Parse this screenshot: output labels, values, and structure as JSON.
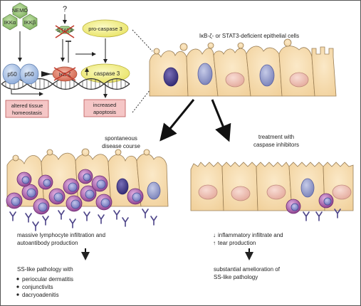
{
  "pathway": {
    "nemo": "NEMO",
    "ikka": "IKKα",
    "ikkb": "IKKβ",
    "question": "?",
    "stat3": "STAT3",
    "ikbz": "IκB-ζ",
    "p50_left": "p50",
    "p50_right": "p50",
    "pro_caspase": "pro-caspase 3",
    "caspase": "caspase 3",
    "box_homeostasis": [
      "altered tissue",
      "homeostasis"
    ],
    "box_apoptosis": [
      "increased",
      "apoptosis"
    ]
  },
  "header_label": "IκB-ζ- or STAT3-deficient epithelial cells",
  "left_branch": {
    "title": [
      "spontaneous",
      "disease course"
    ],
    "outcome": [
      "massive lymphocyte infiltration and",
      "autoantibody production"
    ],
    "pathology_title": [
      "SS-like pathology with"
    ],
    "pathology_items": [
      "periocular dermatitis",
      "conjunctivits",
      "dacryoadenitis"
    ]
  },
  "right_branch": {
    "title": [
      "treatment with",
      "caspase inhibitors"
    ],
    "outcome": [
      "inflammatory infiltrate and",
      "tear production"
    ],
    "outcome_arrows": [
      "↓",
      "↑"
    ],
    "result": [
      "substantial amelioration of",
      "SS-like pathology"
    ]
  },
  "colors": {
    "epithelial_cell": "#f6dcae",
    "cell_outline": "#9a7e55",
    "nucleus_blue": "#8e96c8",
    "nucleus_pink": "#eec2b8",
    "apoptotic_nucleus": "#4a3f8a",
    "lymphocyte": "#b05fb0",
    "antibody": "#4d4488",
    "p50": "#a9c4ea",
    "ikk_green": "#8bbd6b",
    "ikbz_red": "#d9705a",
    "caspase_yellow": "#f1ee84",
    "box_pink": "#f5c6c6"
  }
}
